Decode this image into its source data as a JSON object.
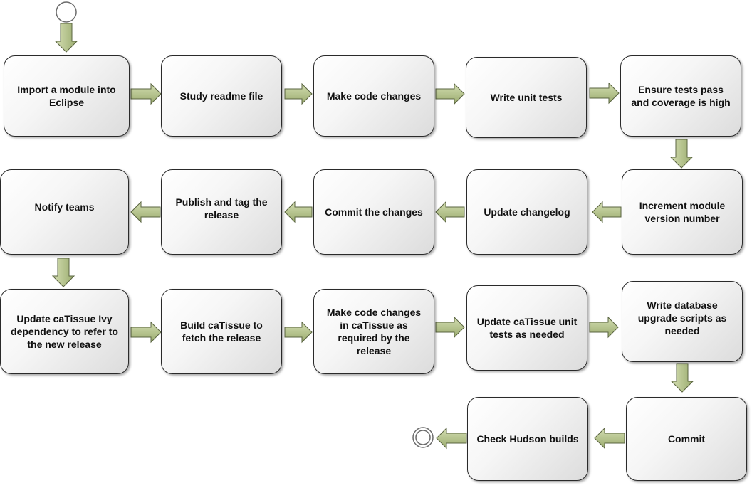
{
  "steps": {
    "import_module": "Import a module into Eclipse",
    "study_readme": "Study readme file",
    "make_code_changes": "Make code changes",
    "write_unit_tests": "Write unit tests",
    "ensure_tests_pass": "Ensure tests pass and coverage is high",
    "increment_version": "Increment module version number",
    "update_changelog": "Update changelog",
    "commit_changes": "Commit the changes",
    "publish_tag": "Publish and tag the release",
    "notify_teams": "Notify teams",
    "update_ivy": "Update caTissue Ivy dependency to refer to the new release",
    "build_catissue": "Build caTissue to fetch the release",
    "make_catissue_changes": "Make code changes in caTissue as required by the release",
    "update_unit_tests": "Update caTissue unit tests as needed",
    "write_db_scripts": "Write database upgrade scripts as needed",
    "commit": "Commit",
    "check_hudson": "Check Hudson builds"
  },
  "colors": {
    "arrow_fill": "#b5c48f",
    "arrow_stroke": "#5a6440",
    "box_border": "#2a2a2a",
    "node_stroke": "#6b6b6b"
  }
}
